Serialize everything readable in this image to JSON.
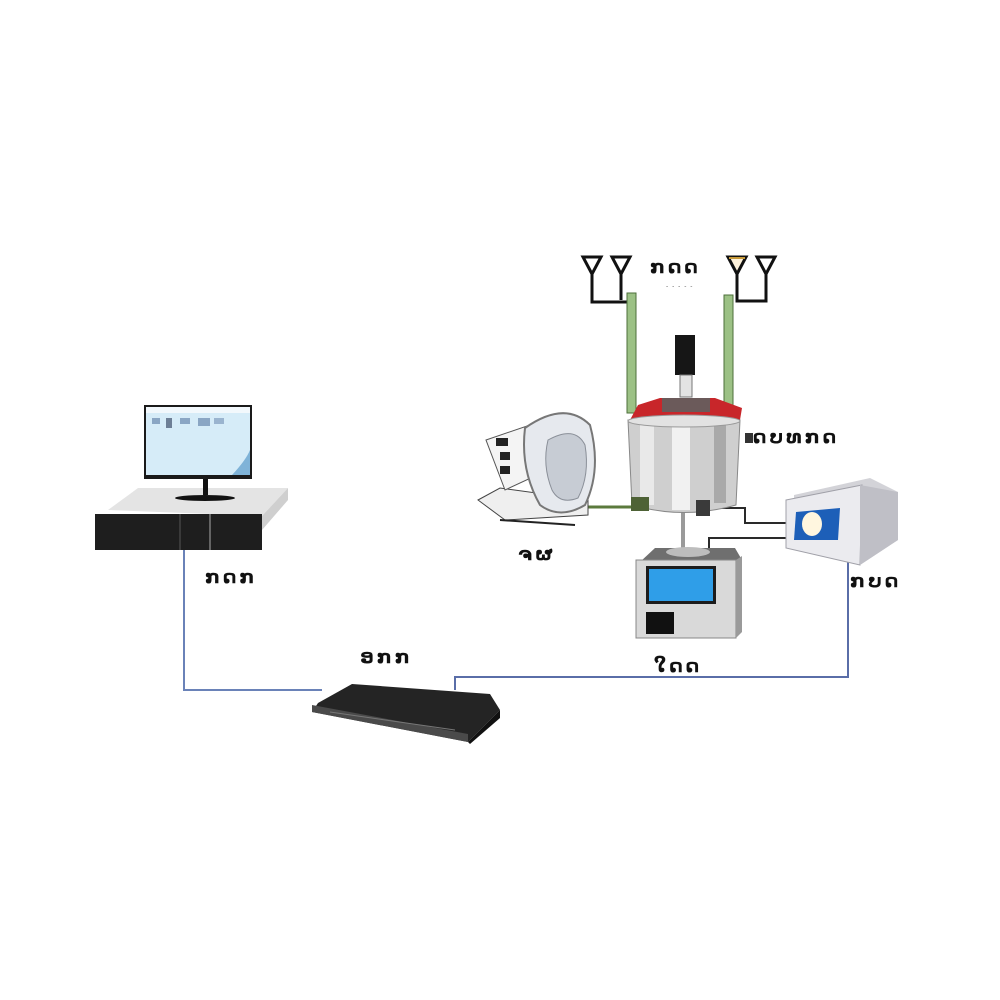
{
  "diagram": {
    "type": "system-network-topology",
    "background": "#ffffff",
    "colors": {
      "network_line": "#5a6ea8",
      "antenna_pipe": "#8fb27a",
      "signal_line": "#2a2a2a",
      "screen_blue": "#2f9ee8",
      "device_dark": "#1e1e1e",
      "steel": "#c9c9c9",
      "lid_red": "#c8262a"
    },
    "labels": {
      "antenna": "ກດດ",
      "antenna_sub": "- - - - -",
      "reactor": "ດບທກດ",
      "computer": "ກດກ",
      "pump": "ຈຜ",
      "analyzer": "ກບດ",
      "switch": "ອກກ",
      "controller": "ໃດດ"
    },
    "nodes": [
      {
        "id": "computer",
        "icon": "desktop-computer-icon"
      },
      {
        "id": "switch",
        "icon": "network-switch-icon"
      },
      {
        "id": "antennas-left",
        "icon": "antenna-icon"
      },
      {
        "id": "antennas-right",
        "icon": "antenna-icon"
      },
      {
        "id": "reactor",
        "icon": "stainless-reactor-vessel-icon"
      },
      {
        "id": "pump",
        "icon": "pump-motor-icon"
      },
      {
        "id": "controller",
        "icon": "control-unit-icon"
      },
      {
        "id": "analyzer",
        "icon": "analyzer-device-icon"
      }
    ],
    "edges": [
      {
        "from": "computer",
        "to": "switch"
      },
      {
        "from": "switch",
        "to": "analyzer"
      },
      {
        "from": "controller",
        "to": "reactor"
      },
      {
        "from": "analyzer",
        "to": "reactor"
      },
      {
        "from": "pump",
        "to": "reactor"
      },
      {
        "from": "antennas-left",
        "to": "reactor"
      },
      {
        "from": "antennas-right",
        "to": "reactor"
      }
    ]
  }
}
